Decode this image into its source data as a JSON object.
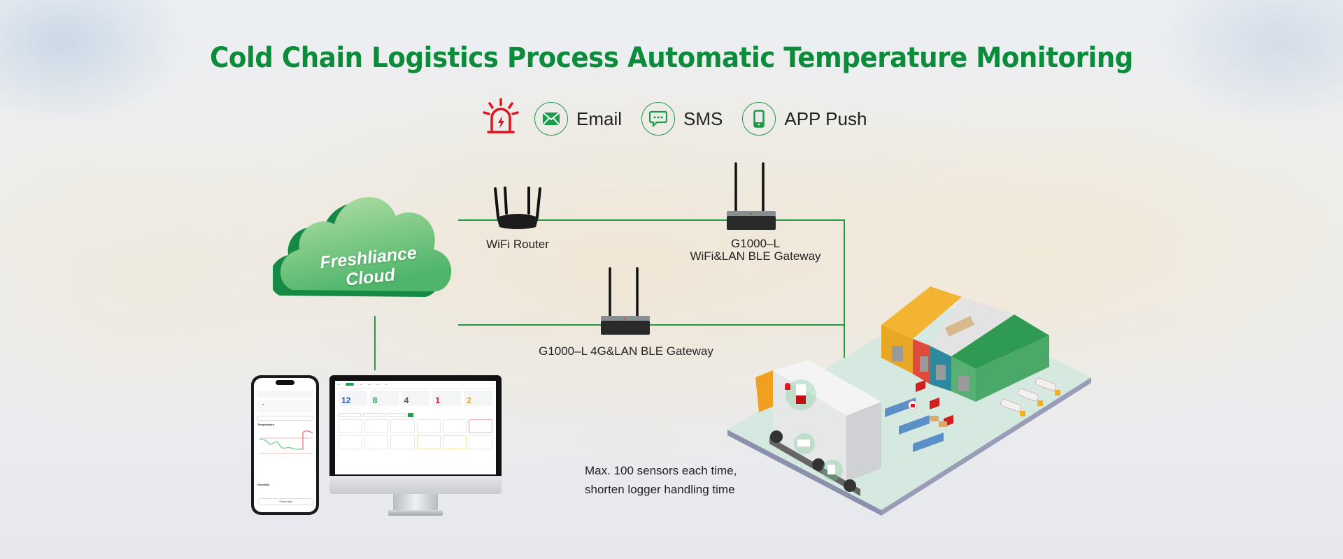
{
  "title": "Cold Chain Logistics Process Automatic Temperature Monitoring",
  "colors": {
    "brand_green": "#0a8c3a",
    "line_green": "#1e9b45",
    "alarm_red": "#e0141e",
    "text": "#222222"
  },
  "alerts": {
    "alarm_icon": "siren-alarm-icon",
    "items": [
      {
        "icon": "email-icon",
        "label": "Email"
      },
      {
        "icon": "sms-icon",
        "label": "SMS"
      },
      {
        "icon": "mobile-phone-icon",
        "label": "APP Push"
      }
    ]
  },
  "cloud": {
    "line1": "Freshliance",
    "line2": "Cloud"
  },
  "devices": {
    "wifi_router": "WiFi Router",
    "gateway_wifi_model": "G1000–L",
    "gateway_wifi_desc": "WiFi&LAN BLE Gateway",
    "gateway_4g": "G1000–L 4G&LAN BLE Gateway"
  },
  "note": {
    "line1": "Max. 100 sensors each time,",
    "line2": "shorten logger handling time"
  },
  "dashboard": {
    "stats": [
      {
        "value": "12",
        "color": "#2a5bd7"
      },
      {
        "value": "8",
        "color": "#1fa34a"
      },
      {
        "value": "4",
        "color": "#555555"
      },
      {
        "value": "1",
        "color": "#e0141e"
      },
      {
        "value": "2",
        "color": "#f0a020"
      }
    ]
  },
  "phone_app": {
    "section_temperature": "Temperature",
    "section_humidity": "Humidity",
    "export_button": "Export data"
  }
}
